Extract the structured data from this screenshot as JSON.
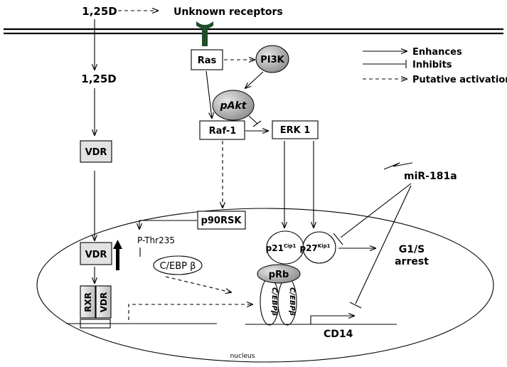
{
  "labels": {
    "ligand_top": "1,25D",
    "unknown_receptors": "Unknown receptors",
    "ligand_mid": "1,25D",
    "vdr_cyto": "VDR",
    "vdr_nuc": "VDR",
    "rxr": "RXR",
    "vdr_dimer": "VDR",
    "ras": "Ras",
    "pi3k": "PI3K",
    "pakt": "pAkt",
    "raf1": "Raf-1",
    "erk1": "ERK 1",
    "p90rsk": "p90RSK",
    "p_thr235": "P-Thr235",
    "cebp": "C/EBP β",
    "p21_base": "p21",
    "p21_sup": "Cip1",
    "p27_base": "p27",
    "p27_sup": "Kip1",
    "g1s_line1": "G1/S",
    "g1s_line2": "arrest",
    "pRb": "pRb",
    "cebpb_left": "C/EBPβ",
    "cebpb_right": "C/EBPβ",
    "cd14": "CD14",
    "mir181a": "miR-181a",
    "nucleus": "nucleus"
  },
  "legend": {
    "enhances": "Enhances",
    "inhibits": "Inhibits",
    "putative": "Putative activation"
  }
}
